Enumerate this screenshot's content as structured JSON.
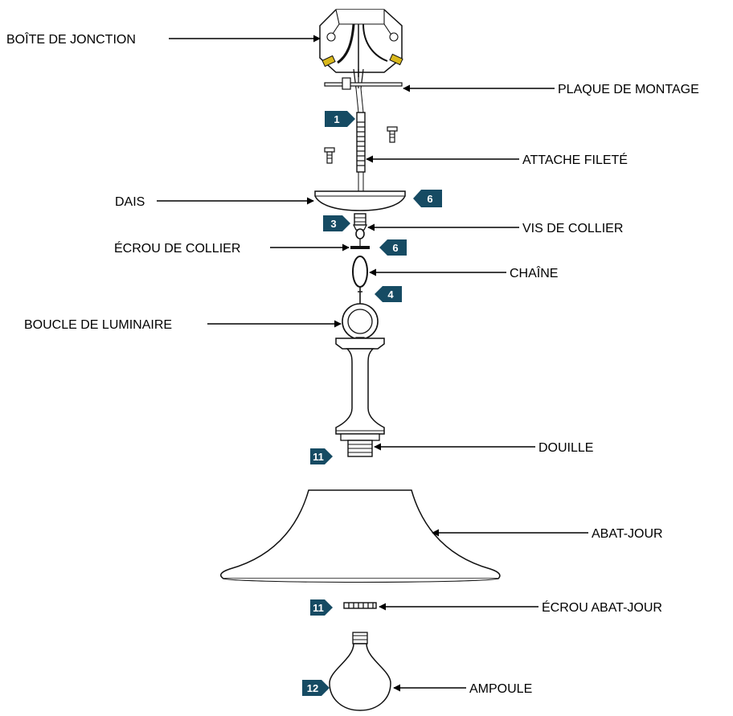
{
  "colors": {
    "badge": "#164b63",
    "line": "#000000",
    "ink": "#111111"
  },
  "labels": {
    "junction_box": "BOÎTE DE JONCTION",
    "mounting_plate": "PLAQUE DE MONTAGE",
    "threaded_nipple": "ATTACHE FILETÉ",
    "canopy": "DAIS",
    "collar_screw": "VIS DE COLLIER",
    "collar_nut": "ÉCROU DE COLLIER",
    "chain": "CHAÎNE",
    "fixture_loop": "BOUCLE DE LUMINAIRE",
    "socket": "DOUILLE",
    "shade": "ABAT-JOUR",
    "shade_nut": "ÉCROU ABAT-JOUR",
    "bulb": "AMPOULE"
  },
  "badges": {
    "nipple_step": "1",
    "canopy_step": "6",
    "collar_screw_step": "3",
    "collar_nut_step": "6",
    "chain_step": "4",
    "socket_step": "11",
    "shade_nut_step": "11",
    "bulb_step": "12"
  }
}
